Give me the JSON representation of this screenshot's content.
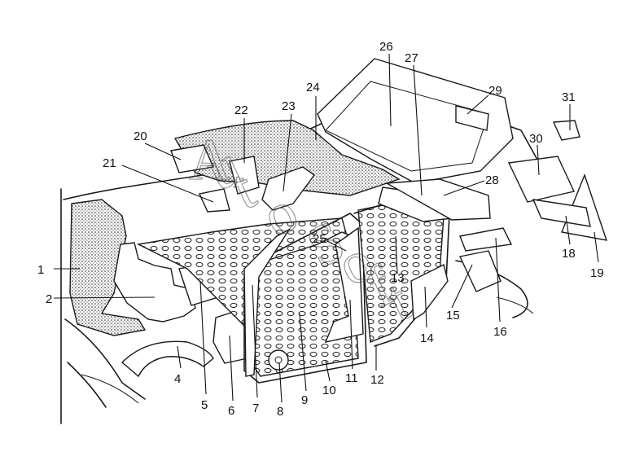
{
  "diagram": {
    "callouts": [
      {
        "id": "1",
        "label": "1"
      },
      {
        "id": "2",
        "label": "2"
      },
      {
        "id": "4",
        "label": "4"
      },
      {
        "id": "5",
        "label": "5"
      },
      {
        "id": "6",
        "label": "6"
      },
      {
        "id": "7",
        "label": "7"
      },
      {
        "id": "8",
        "label": "8"
      },
      {
        "id": "9",
        "label": "9"
      },
      {
        "id": "10",
        "label": "10"
      },
      {
        "id": "11",
        "label": "11"
      },
      {
        "id": "12",
        "label": "12"
      },
      {
        "id": "13",
        "label": "13"
      },
      {
        "id": "14",
        "label": "14"
      },
      {
        "id": "15",
        "label": "15"
      },
      {
        "id": "16",
        "label": "16"
      },
      {
        "id": "18",
        "label": "18"
      },
      {
        "id": "19",
        "label": "19"
      },
      {
        "id": "20",
        "label": "20"
      },
      {
        "id": "21",
        "label": "21"
      },
      {
        "id": "22",
        "label": "22"
      },
      {
        "id": "23",
        "label": "23"
      },
      {
        "id": "24",
        "label": "24"
      },
      {
        "id": "25",
        "label": "25"
      },
      {
        "id": "26",
        "label": "26"
      },
      {
        "id": "27",
        "label": "27"
      },
      {
        "id": "28",
        "label": "28"
      },
      {
        "id": "29",
        "label": "29"
      },
      {
        "id": "30",
        "label": "30"
      },
      {
        "id": "31",
        "label": "31"
      }
    ],
    "watermark": {
      "letters": [
        "A",
        "u",
        "t",
        "o",
        "S",
        "o",
        "f",
        "t"
      ]
    }
  }
}
